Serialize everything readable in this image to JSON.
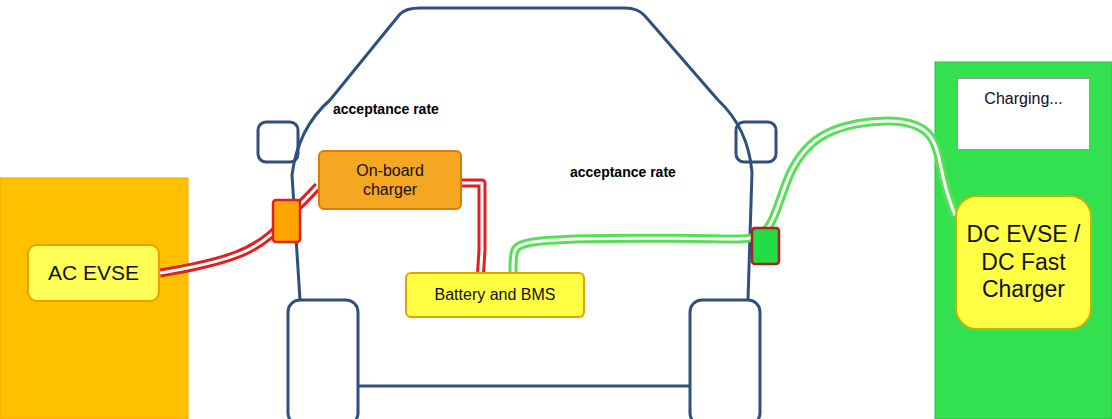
{
  "diagram": {
    "nodes": [
      {
        "text": [
          "AC EVSE"
        ]
      },
      {
        "text": [
          "On-board charger"
        ]
      },
      {
        "text": [
          "Battery and BMS"
        ]
      },
      {
        "text": [
          "Charging..."
        ]
      },
      {
        "text": [
          "DC EVSE / DC Fast Charger"
        ]
      }
    ],
    "edges": [
      {
        "from": 0,
        "to": 1,
        "arrow": "none"
      },
      {
        "from": 1,
        "to": 2,
        "arrow": "none"
      },
      {
        "from": 4,
        "to": 2,
        "arrow": "none"
      }
    ],
    "labels": [
      "acceptance rate",
      "acceptance rate"
    ]
  }
}
